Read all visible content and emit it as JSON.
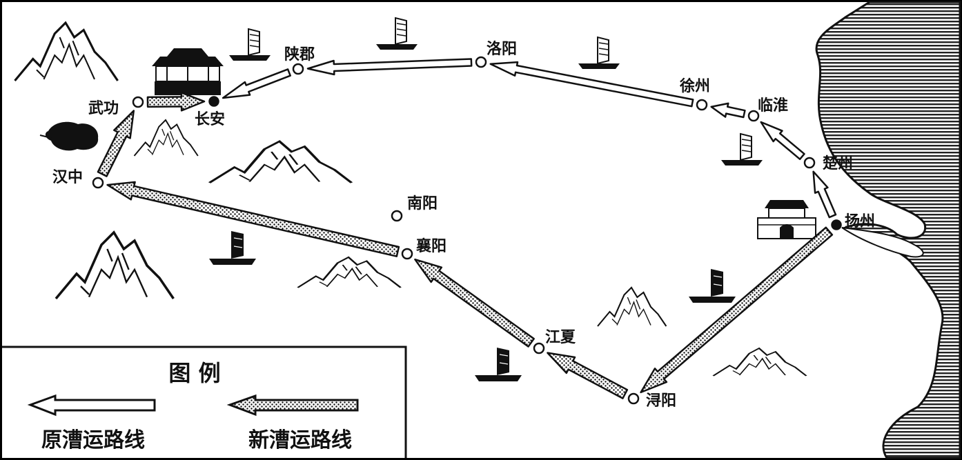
{
  "map": {
    "cities": [
      {
        "id": "changan",
        "name": "长安",
        "capital": true
      },
      {
        "id": "wugong",
        "name": "武功"
      },
      {
        "id": "hanzhong",
        "name": "汉中"
      },
      {
        "id": "shanjun",
        "name": "陕郡"
      },
      {
        "id": "luoyang",
        "name": "洛阳"
      },
      {
        "id": "xuzhou",
        "name": "徐州"
      },
      {
        "id": "linhuai",
        "name": "临淮"
      },
      {
        "id": "chuzhou",
        "name": "楚州"
      },
      {
        "id": "yangzhou",
        "name": "扬州",
        "capital": true
      },
      {
        "id": "nanyang",
        "name": "南阳"
      },
      {
        "id": "xiangyang",
        "name": "襄阳"
      },
      {
        "id": "jiangxia",
        "name": "江夏"
      },
      {
        "id": "xunyang",
        "name": "浔阳"
      }
    ],
    "routes": [
      {
        "from": "扬州",
        "to": "楚州",
        "type": "original"
      },
      {
        "from": "楚州",
        "to": "临淮",
        "type": "original"
      },
      {
        "from": "临淮",
        "to": "徐州",
        "type": "original"
      },
      {
        "from": "徐州",
        "to": "洛阳",
        "type": "original"
      },
      {
        "from": "洛阳",
        "to": "陕郡",
        "type": "original"
      },
      {
        "from": "陕郡",
        "to": "长安",
        "type": "original"
      },
      {
        "from": "扬州",
        "to": "浔阳",
        "type": "new"
      },
      {
        "from": "浔阳",
        "to": "江夏",
        "type": "new"
      },
      {
        "from": "江夏",
        "to": "襄阳",
        "type": "new"
      },
      {
        "from": "襄阳",
        "to": "汉中",
        "type": "new"
      },
      {
        "from": "汉中",
        "to": "武功",
        "type": "new"
      },
      {
        "from": "武功",
        "to": "长安",
        "type": "new"
      }
    ],
    "colors": {
      "ink": "#111111",
      "paper": "#ffffff",
      "sea_stripe": "#222222"
    }
  },
  "legend": {
    "title": "图  例",
    "original_route": "原漕运路线",
    "new_route": "新漕运路线"
  }
}
